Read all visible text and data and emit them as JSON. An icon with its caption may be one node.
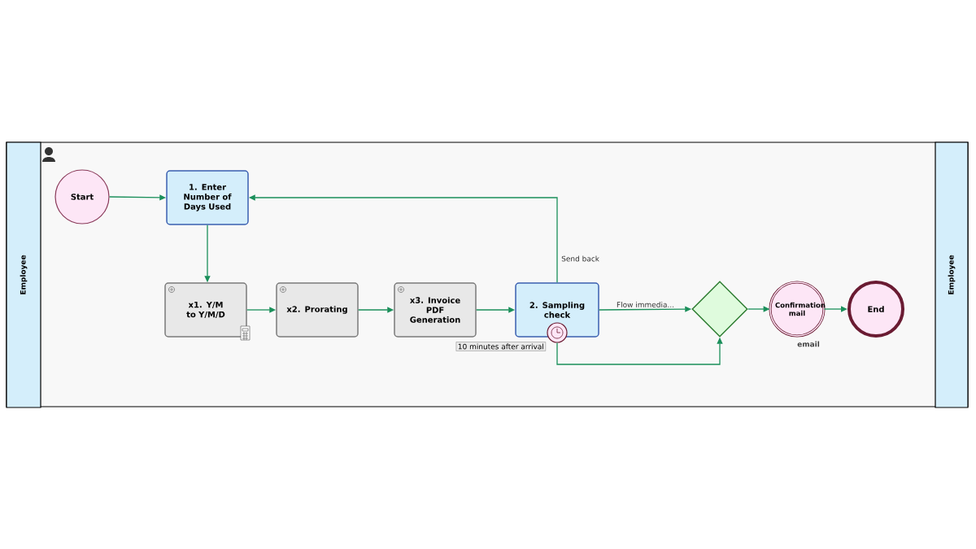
{
  "diagram": {
    "nodes": [
      {
        "text": [
          "Employee"
        ]
      },
      {
        "text": [
          "Employee"
        ]
      },
      {
        "text": [
          "Start"
        ]
      },
      {
        "text": [
          "1. Enter Number of Days Used"
        ]
      },
      {
        "text": [
          "x1. Y/M to Y/M/D"
        ]
      },
      {
        "text": [
          "x2. Prorating"
        ]
      },
      {
        "text": [
          "x3. Invoice PDF Generation"
        ]
      },
      {
        "text": [
          "2. Sampling check"
        ]
      },
      {
        "text": [],
        "shape": "circle",
        "beside": [
          "10 minutes after arrival"
        ]
      },
      {
        "text": [],
        "shape": "diamond"
      },
      {
        "text": [
          "Confirmation mail"
        ],
        "beside": [
          "email"
        ]
      },
      {
        "text": [
          "End"
        ]
      }
    ],
    "edges": [
      {
        "from": 2,
        "to": 3,
        "arrow": "to"
      },
      {
        "from": 3,
        "to": 4,
        "arrow": "to"
      },
      {
        "from": 4,
        "to": 5,
        "arrow": "to"
      },
      {
        "from": 5,
        "to": 6,
        "arrow": "to"
      },
      {
        "from": 6,
        "to": 7,
        "arrow": "to"
      },
      {
        "from": 7,
        "to": 3,
        "arrow": "to",
        "label": "Send back"
      },
      {
        "from": 7,
        "to": 9,
        "arrow": "to",
        "label": "Flow immedia..."
      },
      {
        "from": 8,
        "to": 9,
        "arrow": "to"
      },
      {
        "from": 9,
        "to": 10,
        "arrow": "to"
      },
      {
        "from": 10,
        "to": 11,
        "arrow": "to"
      }
    ]
  }
}
